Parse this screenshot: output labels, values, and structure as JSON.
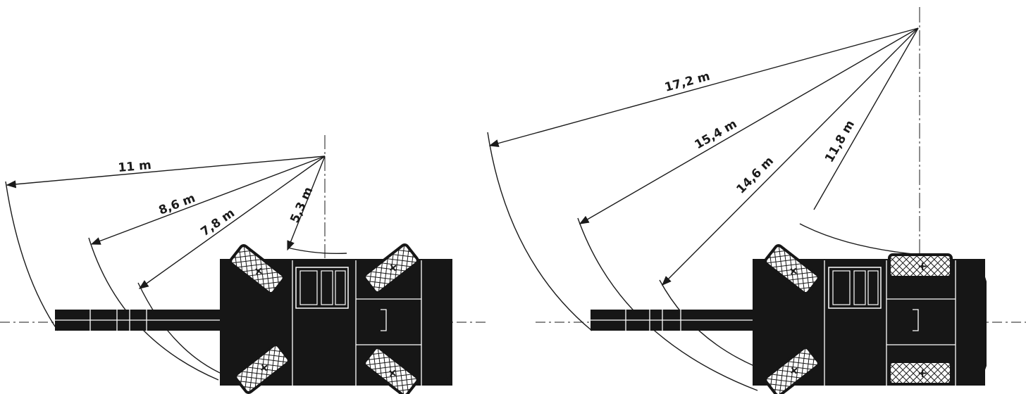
{
  "left_diagram": {
    "radii": [
      {
        "label": "11 m",
        "value_m": 11
      },
      {
        "label": "8,6 m",
        "value_m": 8.6
      },
      {
        "label": "7,8 m",
        "value_m": 7.8
      },
      {
        "label": "5,3 m",
        "value_m": 5.3
      }
    ]
  },
  "right_diagram": {
    "radii": [
      {
        "label": "17,2 m",
        "value_m": 17.2
      },
      {
        "label": "15,4 m",
        "value_m": 15.4
      },
      {
        "label": "14,6 m",
        "value_m": 14.6
      },
      {
        "label": "11,8 m",
        "value_m": 11.8
      }
    ]
  },
  "colors": {
    "ink": "#1a1a1a",
    "paper": "#ffffff"
  }
}
